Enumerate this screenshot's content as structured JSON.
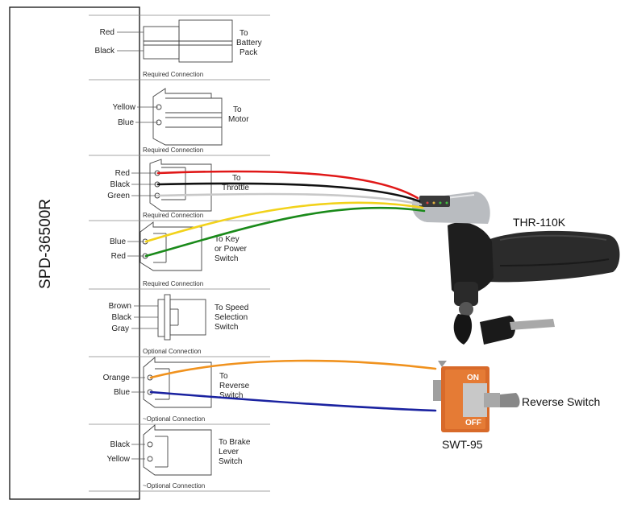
{
  "controller": {
    "model": "SPD-36500R"
  },
  "sections": [
    {
      "id": "battery",
      "wires": [
        "Red",
        "Black"
      ],
      "dest": [
        "To",
        "Battery",
        "Pack"
      ],
      "note": "Required Connection"
    },
    {
      "id": "motor",
      "wires": [
        "Yellow",
        "Blue"
      ],
      "dest": [
        "To",
        "Motor"
      ],
      "note": "Required Connection"
    },
    {
      "id": "throttle",
      "wires": [
        "Red",
        "Black",
        "Green"
      ],
      "dest": [
        "To",
        "Throttle"
      ],
      "note": "Required Connection"
    },
    {
      "id": "key",
      "wires": [
        "Blue",
        "Red"
      ],
      "dest": [
        "To Key",
        "or Power",
        "Switch"
      ],
      "note": "Required Connection"
    },
    {
      "id": "speed",
      "wires": [
        "Brown",
        "Black",
        "Gray"
      ],
      "dest": [
        "To Speed",
        "Selection",
        "Switch"
      ],
      "note": "Optional Connection"
    },
    {
      "id": "reverse",
      "wires": [
        "Orange",
        "Blue"
      ],
      "dest": [
        "To",
        "Reverse",
        "Switch"
      ],
      "note": "~Optional Connection"
    },
    {
      "id": "brake",
      "wires": [
        "Black",
        "Yellow"
      ],
      "dest": [
        "To Brake",
        "Lever",
        "Switch"
      ],
      "note": "~Optional Connection"
    }
  ],
  "throttle_part": {
    "model": "THR-110K"
  },
  "reverse_part": {
    "model": "SWT-95",
    "label": "Reverse Switch",
    "on_text": "ON",
    "off_text": "OFF"
  },
  "colors": {
    "red": "#e01818",
    "black": "#111111",
    "gray": "#c8c8c8",
    "yellow": "#f2d21b",
    "green": "#1a8a1a",
    "orange": "#f0921e",
    "blue": "#1a22a0"
  }
}
